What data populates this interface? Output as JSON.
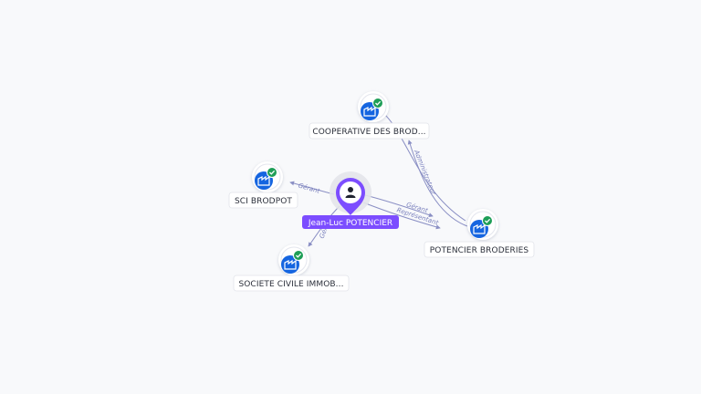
{
  "graph": {
    "person": {
      "name": "Jean-Luc POTENCIER",
      "icon": "person-icon",
      "color": "#7c4dff"
    },
    "companies": [
      {
        "id": "coop",
        "label": "COOPERATIVE DES BROD...",
        "icon": "building-icon",
        "badge": "check-badge-icon"
      },
      {
        "id": "sci",
        "label": "SCI BRODPOT",
        "icon": "building-icon",
        "badge": "check-badge-icon"
      },
      {
        "id": "soc",
        "label": "SOCIETE CIVILE IMMOB...",
        "icon": "building-icon",
        "badge": "check-badge-icon"
      },
      {
        "id": "pot",
        "label": "POTENCIER BRODERIES",
        "icon": "building-icon",
        "badge": "check-badge-icon"
      }
    ],
    "edges": [
      {
        "from": "person",
        "to": "sci",
        "label": "Gérant"
      },
      {
        "from": "person",
        "to": "soc",
        "label": "Gérant"
      },
      {
        "from": "person",
        "to": "pot",
        "label": "Gérant"
      },
      {
        "from": "person",
        "to": "pot",
        "label": "Représentant"
      },
      {
        "from": "pot",
        "to": "coop",
        "label": "Administrateur"
      }
    ],
    "colors": {
      "company_fill": "#1565e0",
      "badge_fill": "#1e9e57",
      "edge": "#8a8fc4",
      "background": "#f8f9fb"
    }
  }
}
